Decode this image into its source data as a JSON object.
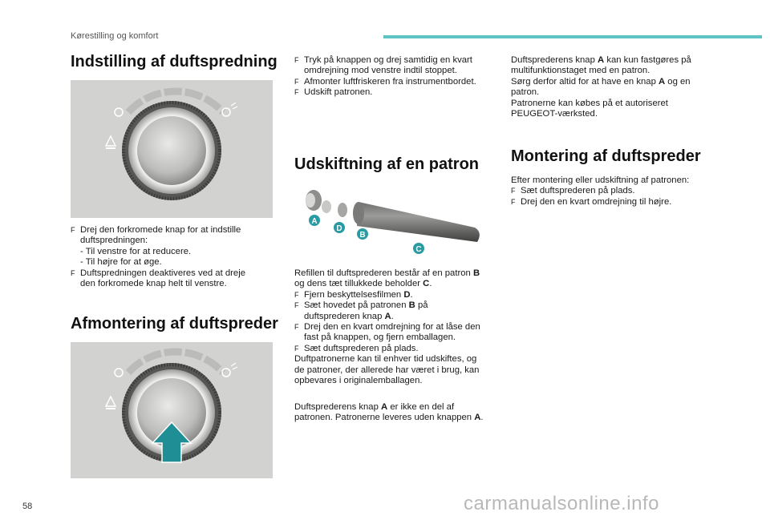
{
  "header": {
    "section": "Kørestilling og komfort",
    "accent_color": "#5fc3c3"
  },
  "page_number": "58",
  "watermark": "carmanualsonline.info",
  "sections": {
    "adjust": {
      "title": "Indstilling af duftspredning",
      "b1_l1": "Drej den forkromede knap for at indstille",
      "b1_l2": "duftspredningen:",
      "d1": "- Til venstre for at reducere.",
      "d2": "- Til højre for at øge.",
      "b2_l1": "Duftspredningen deaktiveres ved at dreje",
      "b2_l2": "den forkromede knap helt til venstre."
    },
    "remove": {
      "title": "Afmontering af duftspreder",
      "b1_l1": "Tryk på knappen og drej samtidig en kvart",
      "b1_l2": "omdrejning mod venstre indtil stoppet.",
      "b2": "Afmonter luftfriskeren fra instrumentbordet.",
      "b3": "Udskift patronen."
    },
    "replace": {
      "title": "Udskiftning af en patron",
      "labels": [
        "A",
        "D",
        "B",
        "C"
      ],
      "p1_l1a": "Refillen til duftsprederen består af en patron ",
      "p1_l1b": "B",
      "p1_l2a": "og dens tæt tillukkede beholder ",
      "p1_l2b": "C",
      "p1_l2c": ".",
      "b1a": "Fjern beskyttelsesfilmen ",
      "b1b": "D",
      "b1c": ".",
      "b2a": "Sæt hovedet på patronen ",
      "b2b": "B",
      "b2c": " på",
      "b2_l2a": "duftsprederen knap ",
      "b2_l2b": "A",
      "b2_l2c": ".",
      "b3_l1": "Drej den en kvart omdrejning for at låse den",
      "b3_l2": "fast på knappen, og fjern emballagen.",
      "b4": "Sæt duftsprederen på plads.",
      "p2_l1": "Duftpatronerne kan til enhver tid udskiftes, og",
      "p2_l2": "de patroner, der allerede har været i brug, kan",
      "p2_l3": "opbevares i originalemballagen.",
      "p3_l1a": "Duftsprederens knap ",
      "p3_l1b": "A",
      "p3_l1c": " er ikke en del af",
      "p3_l2a": "patronen. Patronerne leveres uden knappen ",
      "p3_l2b": "A",
      "p3_l2c": "."
    },
    "note": {
      "l1a": "Duftsprederens knap ",
      "l1b": "A",
      "l1c": " kan kun fastgøres på",
      "l2": "multifunktionstaget med en patron.",
      "l3a": "Sørg derfor altid for at have en knap ",
      "l3b": "A",
      "l3c": " og en",
      "l4": "patron.",
      "l5": "Patronerne kan købes på et autoriseret",
      "l6": "PEUGEOT-værksted."
    },
    "mount": {
      "title": "Montering af duftspreder",
      "intro": "Efter montering eller udskiftning af patronen:",
      "b1": "Sæt duftsprederen på plads.",
      "b2": "Drej den en kvart omdrejning til højre."
    }
  }
}
